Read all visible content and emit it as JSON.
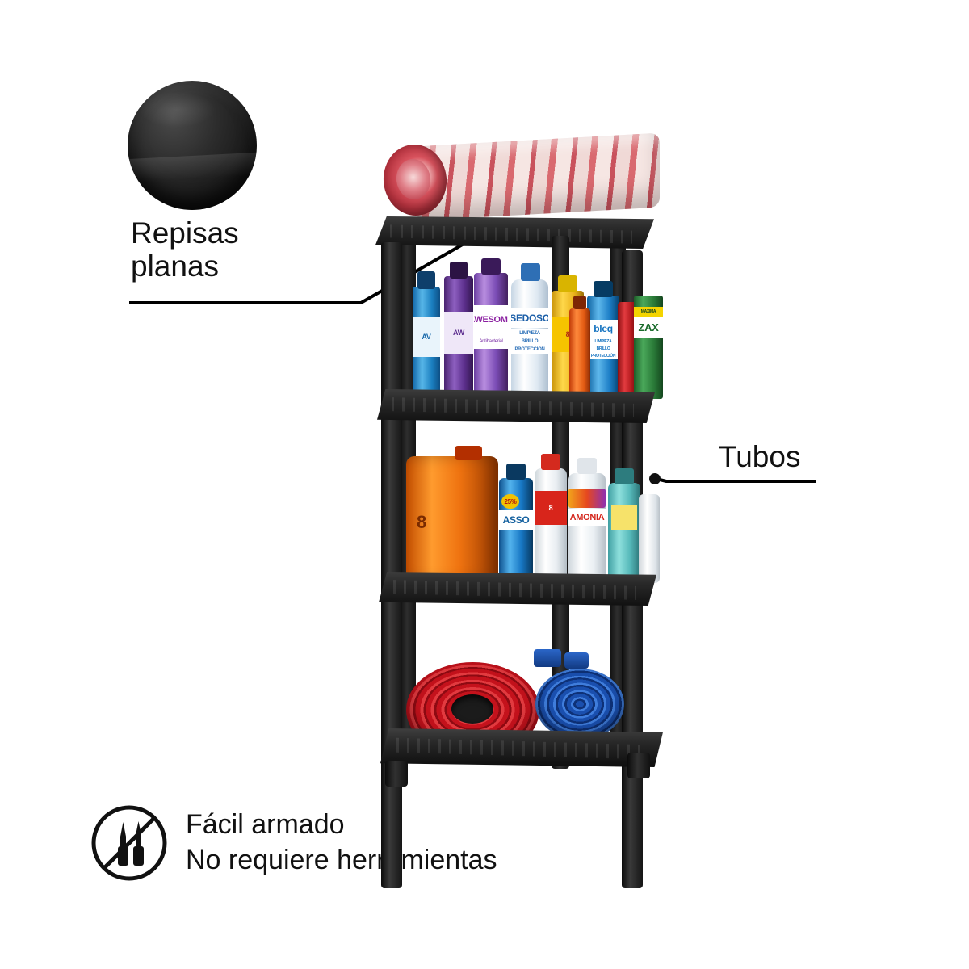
{
  "scene": {
    "description": "Product feature illustration of a black 4-tier plastic shelving unit loaded with household cleaning products",
    "background_color": "#ffffff"
  },
  "callouts": [
    {
      "id": "repisas",
      "label_line1": "Repisas",
      "label_line2": "planas",
      "swatch_icon": "flat-shelf-material-swatch",
      "swatch_color": "#1d1d1d",
      "line_color": "#000000"
    },
    {
      "id": "tubos",
      "label_line1": "Tubos",
      "line_color": "#000000"
    }
  ],
  "badge": {
    "icon": "no-tools-required-icon",
    "line1": "Fácil armado",
    "line2": "No requiere herramientas",
    "color": "#111111"
  },
  "shelf": {
    "name": "black-plastic-shelving-unit",
    "tiers": 4,
    "color": "#232323",
    "contents": [
      {
        "tier": "top",
        "items": [
          "rolled-striped-rug"
        ]
      },
      {
        "tier": "second",
        "items": [
          "blue-spray-bottle",
          "purple-spray-bottle",
          "AWESOME-cleaner-bottle",
          "SEDOSO-fabric-softener",
          "yellow-cleaner-bottle",
          "blue-bleach-bottle",
          "orange-bottle",
          "ZAX-can"
        ]
      },
      {
        "tier": "third",
        "items": [
          "orange-jerry-can",
          "ASSO-blue-bottle",
          "white-bleach-bottle",
          "AMONIA-bottle",
          "teal-bottle",
          "white-small-bottle"
        ]
      },
      {
        "tier": "bottom",
        "items": [
          "red-coiled-hose",
          "blue-extension-cord"
        ]
      }
    ]
  },
  "product_labels": {
    "awesome": "AWESOME",
    "awesome_sub": "Antibacterial",
    "sedoso": "SEDOSO",
    "sedoso_sub1": "LIMPIEZA",
    "sedoso_sub2": "BRILLO",
    "sedoso_sub3": "PROTECCIÓN",
    "bleq": "bleq",
    "bleq_sub1": "LIMPIEZA",
    "bleq_sub2": "BRILLO",
    "bleq_sub3": "PROTECCIÓN",
    "zax": "ZAX",
    "zax_top": "MAXIMA",
    "asso": "ASSO",
    "amonia": "AMONIA",
    "number8": "8",
    "discount": "25%"
  }
}
